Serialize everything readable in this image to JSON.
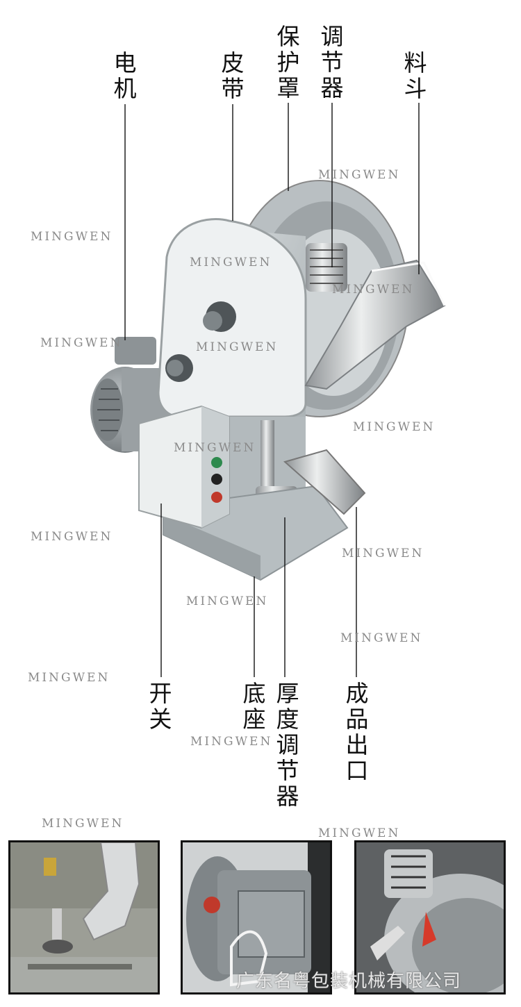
{
  "labels": {
    "motor": "电机",
    "belt": "皮带",
    "guard": "保护罩",
    "regulator": "调节器",
    "hopper": "料斗",
    "switch": "开关",
    "base": "底座",
    "thickness": "厚度调节器",
    "outlet": "成品出口"
  },
  "watermark": "MINGWEN",
  "company": "广东名粤包装机械有限公司",
  "colors": {
    "machine": "#c9cfd2",
    "panel": "#eef1f2",
    "steel": "#d8d8d8",
    "line": "#111111"
  }
}
